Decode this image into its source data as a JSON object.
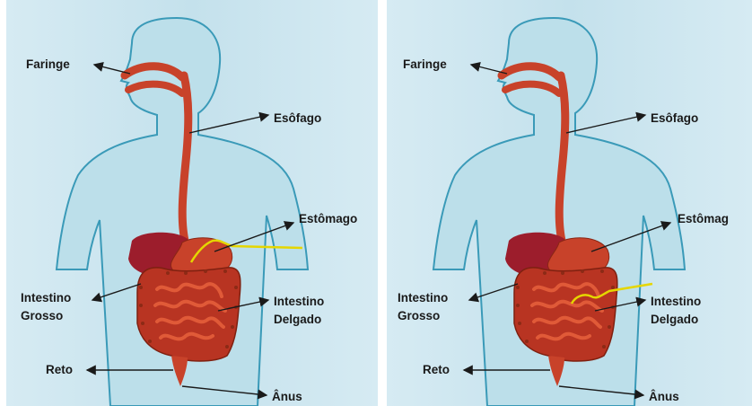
{
  "diagrams": [
    {
      "labels": {
        "faringe": "Faringe",
        "esofago": "Esôfago",
        "estomago": "Estômago",
        "intestino_grosso_1": "Intestino",
        "intestino_grosso_2": "Grosso",
        "intestino_delgado_1": "Intestino",
        "intestino_delgado_2": "Delgado",
        "reto": "Reto",
        "anus": "Ânus"
      }
    },
    {
      "labels": {
        "faringe": "Faringe",
        "esofago": "Esôfago",
        "estomago": "Estômag",
        "intestino_grosso_1": "Intestino",
        "intestino_grosso_2": "Grosso",
        "intestino_delgado_1": "Intestino",
        "intestino_delgado_2": "Delgado",
        "reto": "Reto",
        "anus": "Ânus"
      }
    }
  ],
  "colors": {
    "background": "#cfe6ef",
    "body_fill": "#bcdfea",
    "body_outline": "#3a9ab8",
    "organ": "#c8422a",
    "liver": "#9c1d2c",
    "highlight": "#e5d600",
    "arrow": "#1a1a1a"
  }
}
